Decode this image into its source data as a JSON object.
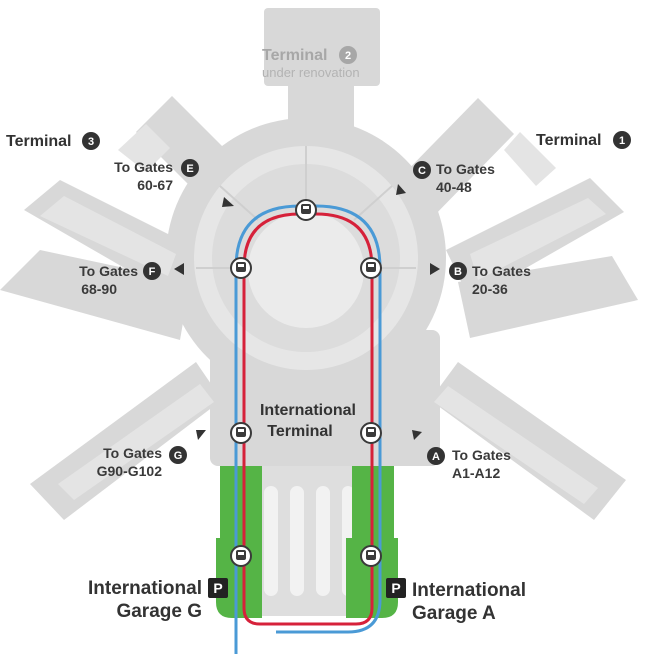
{
  "terminals": {
    "t2": {
      "label": "Terminal",
      "number": "2",
      "note": "under renovation"
    },
    "t3": {
      "label": "Terminal",
      "number": "3"
    },
    "t1": {
      "label": "Terminal",
      "number": "1"
    },
    "international": {
      "line1": "International",
      "line2": "Terminal"
    }
  },
  "gates": {
    "e": {
      "letter": "E",
      "line1": "To Gates",
      "line2": "60-67"
    },
    "c": {
      "letter": "C",
      "line1": "To Gates",
      "line2": "40-48"
    },
    "f": {
      "letter": "F",
      "line1": "To Gates",
      "line2": "68-90"
    },
    "b": {
      "letter": "B",
      "line1": "To Gates",
      "line2": "20-36"
    },
    "g": {
      "letter": "G",
      "line1": "To Gates",
      "line2": "G90-G102"
    },
    "a": {
      "letter": "A",
      "line1": "To Gates",
      "line2": "A1-A12"
    }
  },
  "garages": {
    "g": {
      "badge": "P",
      "line1": "International",
      "line2": "Garage G"
    },
    "a": {
      "badge": "P",
      "line1": "International",
      "line2": "Garage A"
    }
  },
  "colors": {
    "building": "#d8d8d8",
    "building_light": "#e6e6e6",
    "garage": "#55b446",
    "red_line": "#d6213a",
    "blue_line": "#4a9ad6",
    "badge": "#333333",
    "station": "#3a3a3a"
  },
  "icons": {
    "station": "tram-icon",
    "badge": "circle-letter-icon",
    "arrow": "triangle-arrow-icon",
    "parking": "parking-icon"
  }
}
